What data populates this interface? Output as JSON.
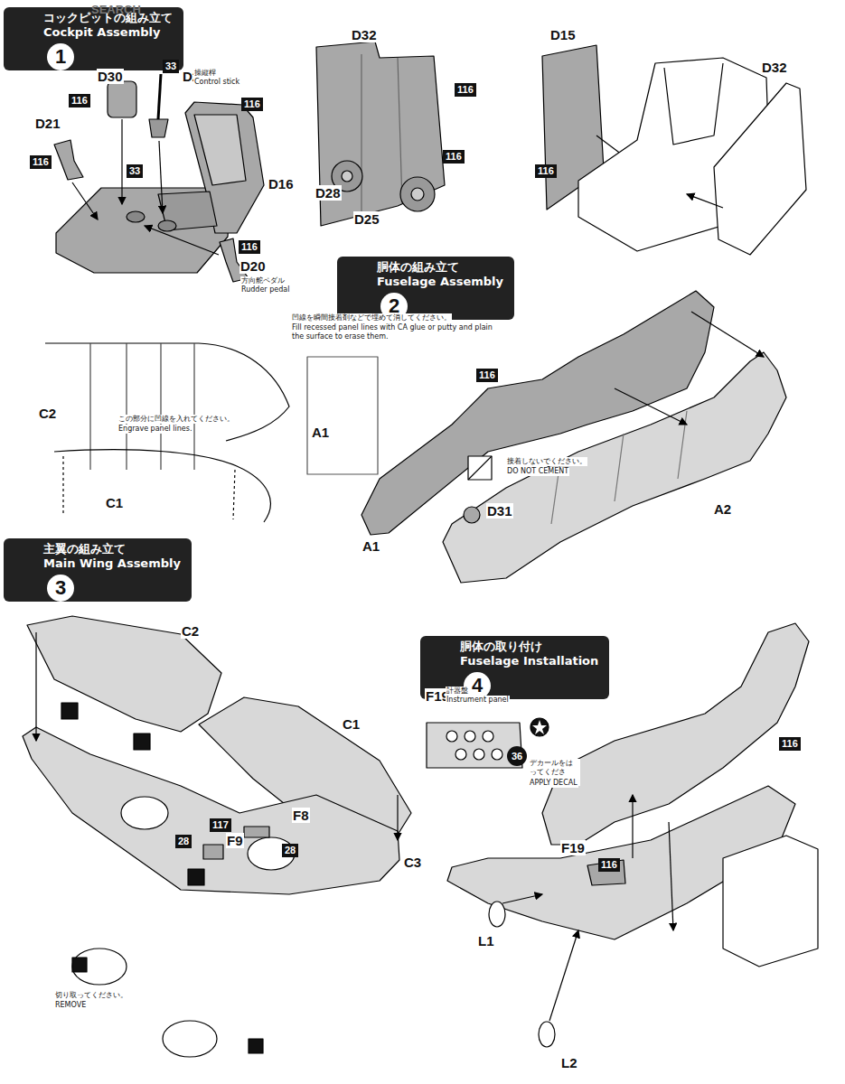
{
  "diagram": {
    "nodes": [
      {
        "text": [
          "コックピットの組み立て",
          "Cockpit Assembly"
        ]
      },
      {
        "text": [
          "1"
        ],
        "in": 0
      },
      {
        "text": [
          "33"
        ]
      },
      {
        "text": [
          "116"
        ]
      },
      {
        "text": [
          "116"
        ]
      },
      {
        "text": [
          "116"
        ]
      },
      {
        "text": [
          "33"
        ]
      },
      {
        "text": [
          "116"
        ]
      },
      {
        "text": [
          "116"
        ]
      },
      {
        "text": [
          "116"
        ]
      },
      {
        "text": [
          "116"
        ]
      },
      {
        "text": [
          "胴体の組み立て",
          "Fuselage Assembly"
        ]
      },
      {
        "text": [
          "2"
        ],
        "in": 11
      },
      {
        "text": [
          "116"
        ]
      },
      {
        "text": [
          "主翼の組み立て",
          "Main Wing Assembly"
        ]
      },
      {
        "text": [
          "3"
        ],
        "in": 14
      },
      {
        "text": [
          "28"
        ]
      },
      {
        "text": [
          "117"
        ]
      },
      {
        "text": [
          "28"
        ]
      },
      {
        "text": [
          "胴体の取り付け",
          "Fuselage Installation"
        ]
      },
      {
        "text": [
          "4"
        ],
        "in": 19
      },
      {
        "text": [
          "36"
        ]
      },
      {
        "text": [
          "116"
        ]
      },
      {
        "text": [
          "116"
        ]
      }
    ],
    "labels": [
      "SEARCH",
      "D30",
      "D2",
      "操縦桿",
      "Control stick",
      "D21",
      "D16",
      "D20",
      "方向舵ペダル",
      "Rudder pedal",
      "D32",
      "D28",
      "D25",
      "D15",
      "D32",
      "凹線を瞬間接着剤などで埋めて消してください。",
      "Fill recessed panel lines with CA glue or putty and plain the surface to erase them.",
      "C2",
      "この部分に凹線を入れてください。",
      "Engrave panel lines.",
      "A1",
      "接着しないでください。",
      "DO NOT CEMENT",
      "C1",
      "D31",
      "A2",
      "A1",
      "C2",
      "F19",
      "計器盤",
      "Instrument panel",
      "C1",
      "デカールをはってください。",
      "APPLY DECAL",
      "F8",
      "F9",
      "F19",
      "C3",
      "L1",
      "切り取ってください。",
      "REMOVE",
      "L2"
    ]
  }
}
